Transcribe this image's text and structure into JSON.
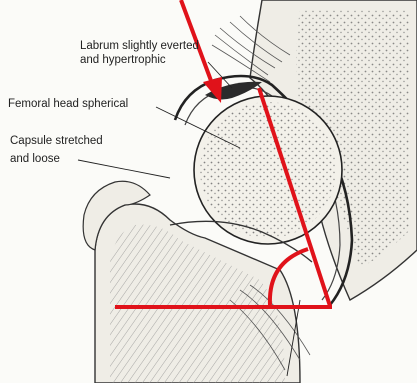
{
  "labels": {
    "labrum_line1": "Labrum slightly everted",
    "labrum_line2": "and hypertrophic",
    "femoral_head": "Femoral head spherical",
    "capsule_line1": "Capsule stretched",
    "capsule_line2": "and loose"
  },
  "colors": {
    "annotation": "#e0121a",
    "ink": "#222222",
    "bone_fill": "#f3f1ea",
    "stipple": "#6f6f6f"
  }
}
